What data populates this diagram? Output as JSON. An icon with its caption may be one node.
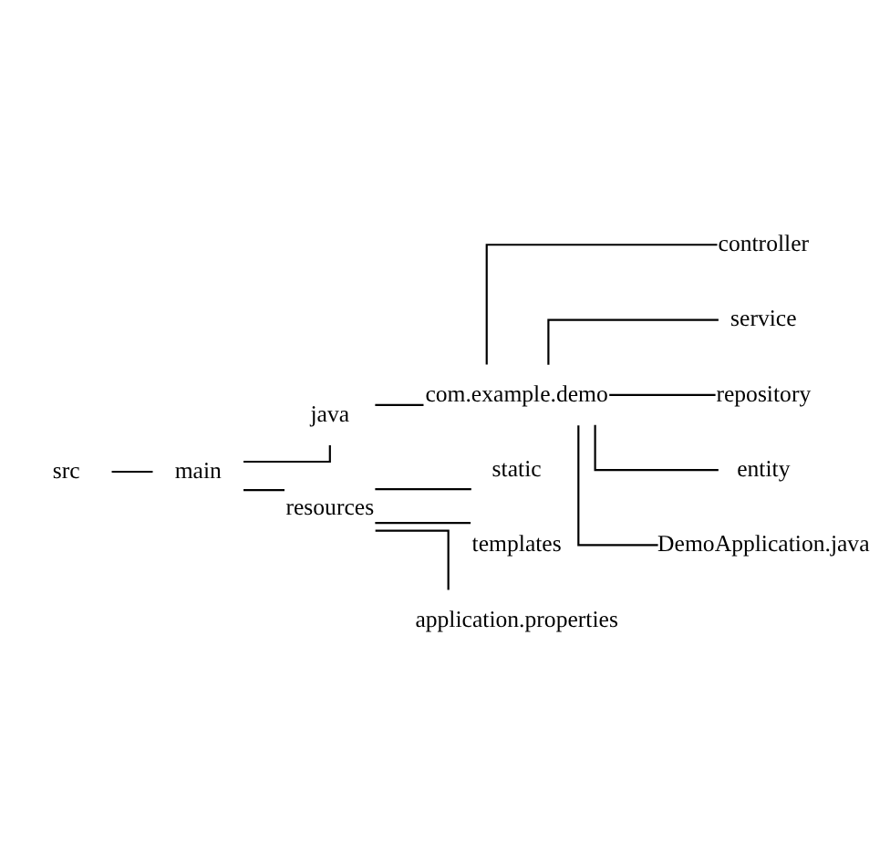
{
  "diagram": {
    "nodes": [
      {
        "text": [
          "src"
        ]
      },
      {
        "text": [
          "main"
        ]
      },
      {
        "text": [
          "java"
        ]
      },
      {
        "text": [
          "com.example.demo"
        ]
      },
      {
        "text": [
          "controller"
        ]
      },
      {
        "text": [
          "service"
        ]
      },
      {
        "text": [
          "repository"
        ]
      },
      {
        "text": [
          "entity"
        ]
      },
      {
        "text": [
          "DemoApplication.java"
        ]
      },
      {
        "text": [
          "resources"
        ]
      },
      {
        "text": [
          "static"
        ]
      },
      {
        "text": [
          "templates"
        ]
      },
      {
        "text": [
          "application.properties"
        ]
      }
    ],
    "edges": [
      {
        "from": 0,
        "to": 1,
        "arrow": "none"
      },
      {
        "from": 1,
        "to": 2,
        "arrow": "none"
      },
      {
        "from": 2,
        "to": 3,
        "arrow": "none"
      },
      {
        "from": 3,
        "to": 4,
        "arrow": "none"
      },
      {
        "from": 3,
        "to": 5,
        "arrow": "none"
      },
      {
        "from": 3,
        "to": 6,
        "arrow": "none"
      },
      {
        "from": 3,
        "to": 7,
        "arrow": "none"
      },
      {
        "from": 3,
        "to": 8,
        "arrow": "none"
      },
      {
        "from": 1,
        "to": 9,
        "arrow": "none"
      },
      {
        "from": 9,
        "to": 10,
        "arrow": "none"
      },
      {
        "from": 9,
        "to": 11,
        "arrow": "none"
      },
      {
        "from": 9,
        "to": 12,
        "arrow": "none"
      }
    ]
  }
}
